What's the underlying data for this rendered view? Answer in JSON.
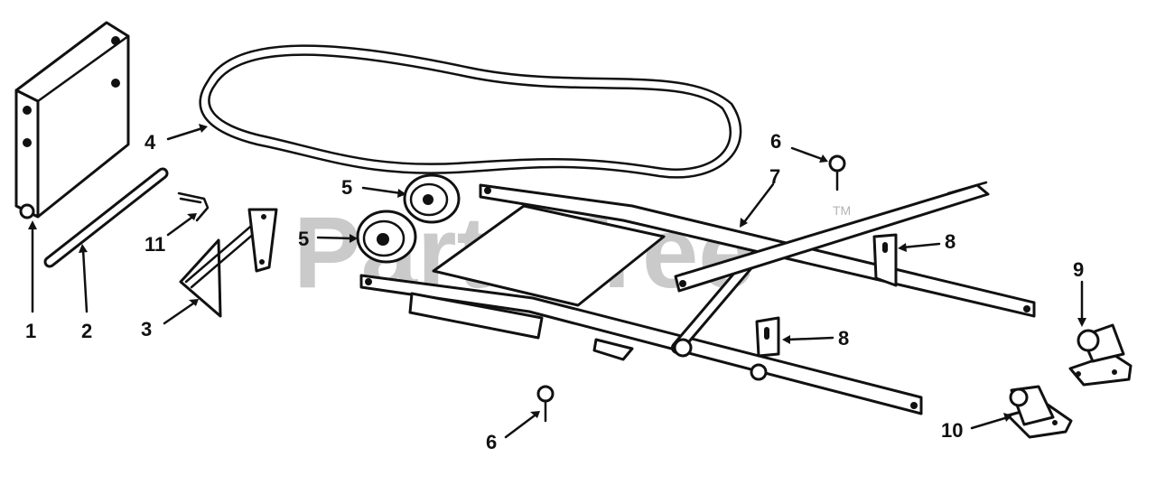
{
  "watermark": {
    "text": "PartsTree",
    "trademark": "TM"
  },
  "callouts": [
    {
      "id": "c1",
      "label": "1"
    },
    {
      "id": "c2",
      "label": "2"
    },
    {
      "id": "c3",
      "label": "3"
    },
    {
      "id": "c4",
      "label": "4"
    },
    {
      "id": "c5a",
      "label": "5"
    },
    {
      "id": "c5b",
      "label": "5"
    },
    {
      "id": "c6a",
      "label": "6"
    },
    {
      "id": "c6b",
      "label": "6"
    },
    {
      "id": "c7",
      "label": "7"
    },
    {
      "id": "c8a",
      "label": "8"
    },
    {
      "id": "c8b",
      "label": "8"
    },
    {
      "id": "c9",
      "label": "9"
    },
    {
      "id": "c10",
      "label": "10"
    },
    {
      "id": "c11",
      "label": "11"
    }
  ]
}
